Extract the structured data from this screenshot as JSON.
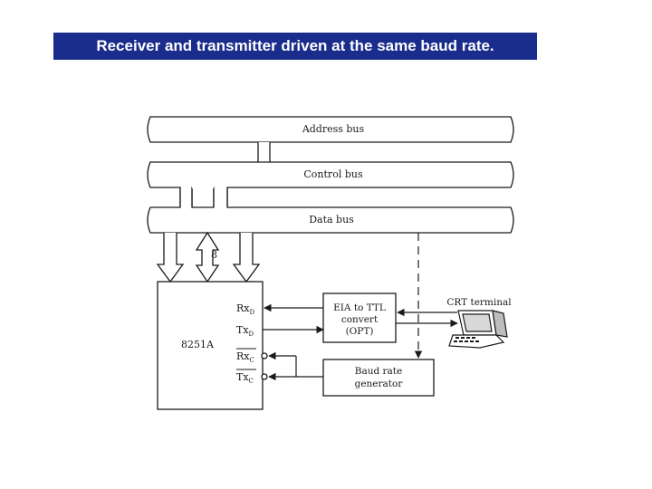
{
  "title": "Receiver and transmitter driven at the same baud rate.",
  "diagram": {
    "buses": [
      {
        "name": "address-bus",
        "label": "Address bus"
      },
      {
        "name": "control-bus",
        "label": "Control bus"
      },
      {
        "name": "data-bus",
        "label": "Data bus"
      }
    ],
    "data_width_label": "8",
    "chip": {
      "label": "8251A",
      "pins": [
        {
          "name": "rxd",
          "main": "Rx",
          "sub": "D",
          "overline": false
        },
        {
          "name": "txd",
          "main": "Tx",
          "sub": "D",
          "overline": false
        },
        {
          "name": "rxc",
          "main": "Rx",
          "sub": "C",
          "overline": true
        },
        {
          "name": "txc",
          "main": "Tx",
          "sub": "C",
          "overline": true
        }
      ]
    },
    "converter": {
      "lines": [
        "EIA to TTL",
        "convert",
        "(OPT)"
      ]
    },
    "baud_generator": {
      "lines": [
        "Baud rate",
        "generator"
      ]
    },
    "terminal": {
      "label": "CRT terminal"
    },
    "colors": {
      "banner": "#1a2d8c",
      "banner_text": "#ffffff",
      "ink": "#1a1a1a"
    }
  }
}
